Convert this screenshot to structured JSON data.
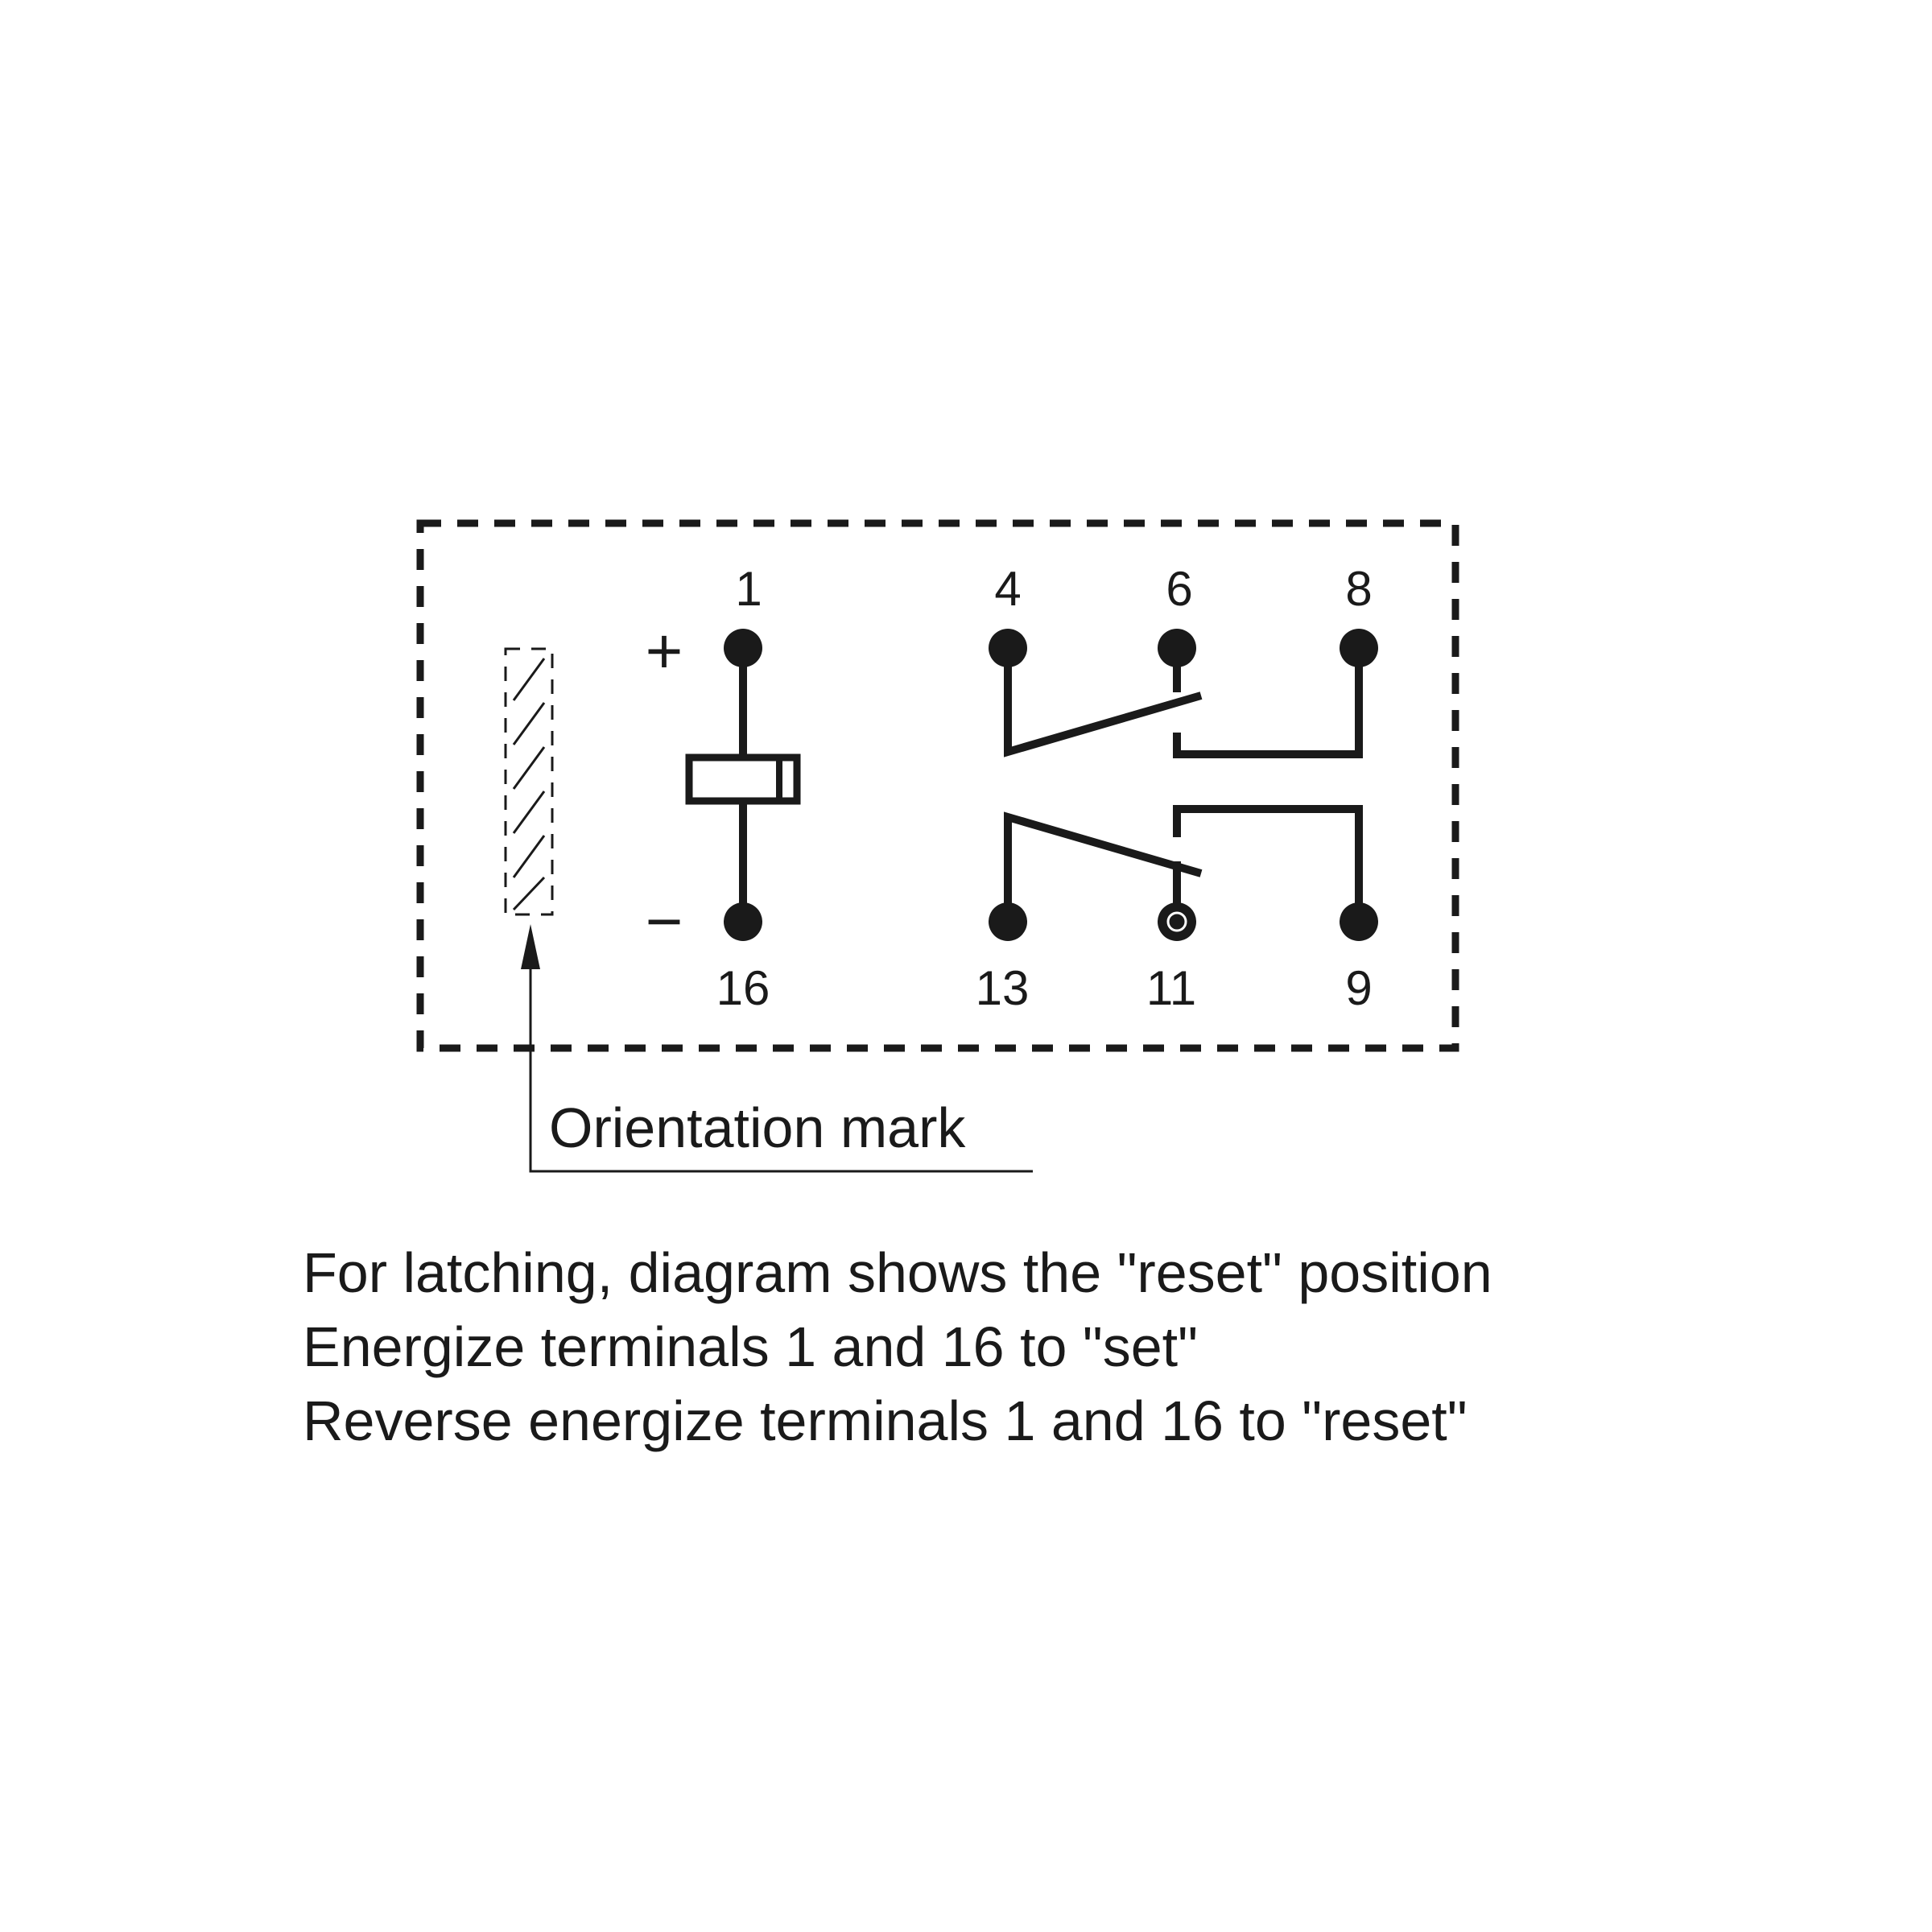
{
  "diagram": {
    "pins": {
      "p1": "1",
      "p4": "4",
      "p6": "6",
      "p8": "8",
      "p16": "16",
      "p13": "13",
      "p11": "11",
      "p9": "9"
    },
    "polarity": {
      "plus": "+",
      "minus": "−"
    },
    "orientation_label": "Orientation mark"
  },
  "notes": [
    "For latching, diagram shows the \"reset\" position",
    "Energize terminals 1 and 16 to \"set\"",
    "Reverse energize terminals 1 and 16 to \"reset\""
  ],
  "colors": {
    "ink": "#1a1a1a",
    "background": "#ffffff"
  }
}
